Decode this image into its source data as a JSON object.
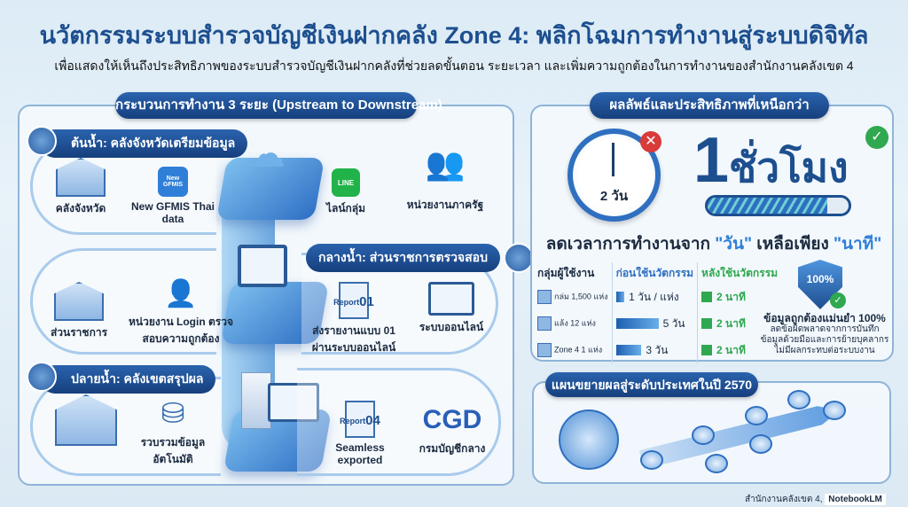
{
  "header": {
    "title": "นวัตกรรมระบบสำรวจบัญชีเงินฝากคลัง Zone 4: พลิกโฉมการทำงานสู่ระบบดิจิทัล",
    "subtitle": "เพื่อแสดงให้เห็นถึงประสิทธิภาพของระบบสำรวจบัญชีเงินฝากคลังที่ช่วยลดขั้นตอน ระยะเวลา และเพิ่มความถูกต้องในการทำงานของสำนักงานคลังเขต 4"
  },
  "process": {
    "title": "กระบวนการทำงาน 3 ระยะ (Upstream to Downstream)",
    "upstream": {
      "label": "ต้นน้ำ: คลังจังหวัดเตรียมข้อมูล",
      "items": [
        "คลังจังหวัด",
        "New GFMIS Thai data",
        "ไลน์กลุ่ม",
        "หน่วยงานภาครัฐ"
      ],
      "gfmis_icon": "New GFMIS",
      "line_icon": "LINE"
    },
    "midstream": {
      "label": "กลางน้ำ: ส่วนราชการตรวจสอบ",
      "items": [
        "ส่วนราชการ",
        "หน่วยงาน Login ตรวจสอบความถูกต้อง",
        "ส่งรายงานแบบ 01 ผ่านระบบออนไลน์",
        "ระบบออนไลน์"
      ],
      "report_label": "Report",
      "report_no": "01"
    },
    "downstream": {
      "label": "ปลายน้ำ: คลังเขตสรุปผล",
      "items": [
        "รวบรวมข้อมูล อัตโนมัติ",
        "Seamless exported",
        "กรมบัญชีกลาง"
      ],
      "report_label": "Report",
      "report_no": "04",
      "cgd_logo": "CGD"
    }
  },
  "results": {
    "title": "ผลลัพธ์และประสิทธิภาพที่เหนือกว่า",
    "clock_label": "2 วัน",
    "big_value": "1",
    "big_unit": "ชั่วโมง",
    "progress_percent": 85,
    "headline_pre": "ลดเวลาการทำงานจาก ",
    "headline_q1": "\"วัน\"",
    "headline_mid": " เหลือเพียง ",
    "headline_q2": "\"นาที\"",
    "table": {
      "headers": [
        "กลุ่มผู้ใช้งาน",
        "ก่อนใช้นวัตกรรม",
        "หลังใช้นวัตกรรม"
      ],
      "rows": [
        {
          "group": "กล่ม 1,500 แห่ง",
          "before": "1 วัน / แห่ง",
          "before_value_days": 1,
          "after": "2 นาที"
        },
        {
          "group": "แล้ง 12 แห่ง",
          "before": "5 วัน",
          "before_value_days": 5,
          "after": "2 นาที"
        },
        {
          "group": "Zone 4 1 แห่ง",
          "before": "3 วัน",
          "before_value_days": 3,
          "after": "2 นาที"
        }
      ]
    },
    "accuracy": {
      "badge": "100%",
      "title": "ข้อมูลถูกต้องแม่นยำ 100%",
      "desc": "ลดข้อผิดพลาดจากการบันทึกข้อมูลด้วยมือและการย้ายบุคลากร ไม่มีผลกระทบต่อระบบงาน"
    }
  },
  "expansion": {
    "title": "แผนขยายผลสู่ระดับประเทศในปี 2570"
  },
  "footer": {
    "source": "สำนักงานคลังเขต 4, ",
    "watermark": "NotebookLM"
  },
  "colors": {
    "navy": "#1d4f8f",
    "accent": "#2f7fd8",
    "green": "#2fa84f",
    "red": "#d93a3a"
  }
}
